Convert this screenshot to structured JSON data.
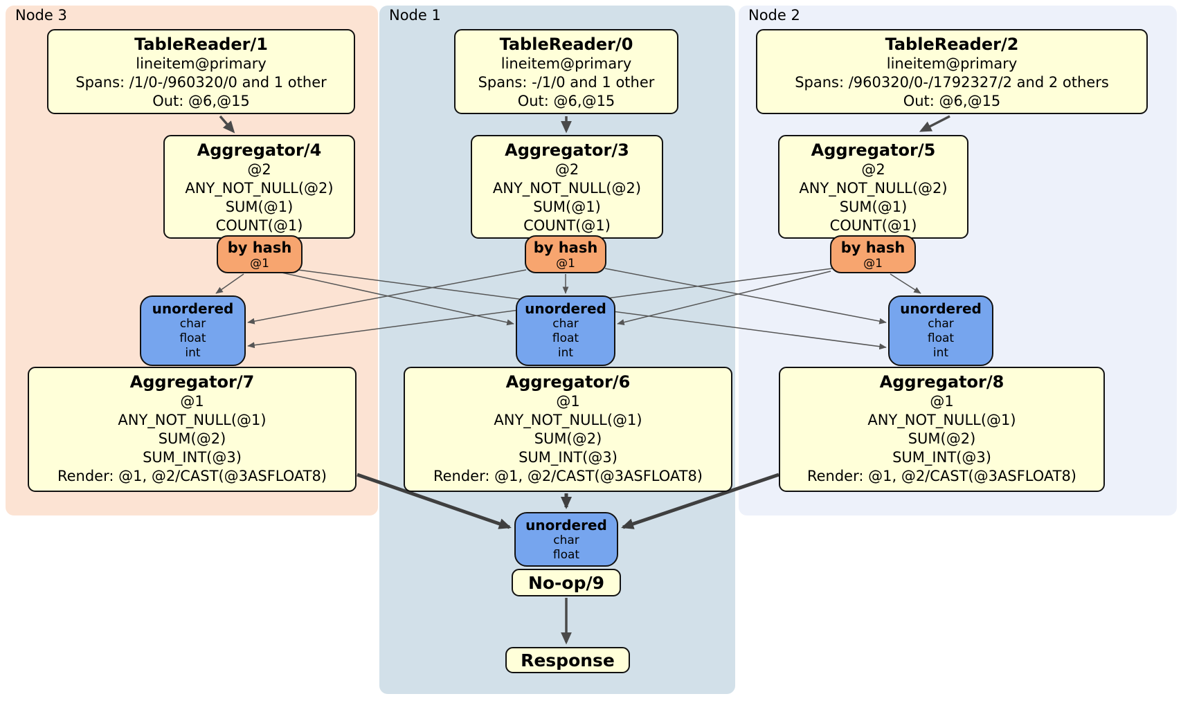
{
  "colors": {
    "node3_bg": "#fce3d3",
    "node1_bg": "#d2e0e9",
    "node2_bg": "#edf1fa",
    "processor_bg": "#ffffd9",
    "router_bg": "#f7a56f",
    "sync_bg": "#76a5ee",
    "edge_thin": "#555555",
    "edge_thick": "#3f3f3f"
  },
  "node3": {
    "label": "Node 3",
    "tablereader": {
      "title": "TableReader/1",
      "lines": [
        "lineitem@primary",
        "Spans: /1/0-/960320/0 and 1 other",
        "Out: @6,@15"
      ]
    },
    "aggregator_mid": {
      "title": "Aggregator/4",
      "lines": [
        "@2",
        "ANY_NOT_NULL(@2)",
        "SUM(@1)",
        "COUNT(@1)"
      ]
    },
    "router": {
      "title": "by hash",
      "key": "@1"
    },
    "sync": {
      "title": "unordered",
      "columns": [
        "char",
        "float",
        "int"
      ]
    },
    "aggregator_final": {
      "title": "Aggregator/7",
      "lines": [
        "@1",
        "ANY_NOT_NULL(@1)",
        "SUM(@2)",
        "SUM_INT(@3)",
        "Render: @1, @2/CAST(@3ASFLOAT8)"
      ]
    }
  },
  "node1": {
    "label": "Node 1",
    "tablereader": {
      "title": "TableReader/0",
      "lines": [
        "lineitem@primary",
        "Spans: -/1/0 and 1 other",
        "Out: @6,@15"
      ]
    },
    "aggregator_mid": {
      "title": "Aggregator/3",
      "lines": [
        "@2",
        "ANY_NOT_NULL(@2)",
        "SUM(@1)",
        "COUNT(@1)"
      ]
    },
    "router": {
      "title": "by hash",
      "key": "@1"
    },
    "sync": {
      "title": "unordered",
      "columns": [
        "char",
        "float",
        "int"
      ]
    },
    "aggregator_final": {
      "title": "Aggregator/6",
      "lines": [
        "@1",
        "ANY_NOT_NULL(@1)",
        "SUM(@2)",
        "SUM_INT(@3)",
        "Render: @1, @2/CAST(@3ASFLOAT8)"
      ]
    },
    "final_sync": {
      "title": "unordered",
      "columns": [
        "char",
        "float"
      ]
    },
    "noop": {
      "title": "No-op/9"
    },
    "response": {
      "title": "Response"
    }
  },
  "node2": {
    "label": "Node 2",
    "tablereader": {
      "title": "TableReader/2",
      "lines": [
        "lineitem@primary",
        "Spans: /960320/0-/1792327/2 and 2 others",
        "Out: @6,@15"
      ]
    },
    "aggregator_mid": {
      "title": "Aggregator/5",
      "lines": [
        "@2",
        "ANY_NOT_NULL(@2)",
        "SUM(@1)",
        "COUNT(@1)"
      ]
    },
    "router": {
      "title": "by hash",
      "key": "@1"
    },
    "sync": {
      "title": "unordered",
      "columns": [
        "char",
        "float",
        "int"
      ]
    },
    "aggregator_final": {
      "title": "Aggregator/8",
      "lines": [
        "@1",
        "ANY_NOT_NULL(@1)",
        "SUM(@2)",
        "SUM_INT(@3)",
        "Render: @1, @2/CAST(@3ASFLOAT8)"
      ]
    }
  }
}
